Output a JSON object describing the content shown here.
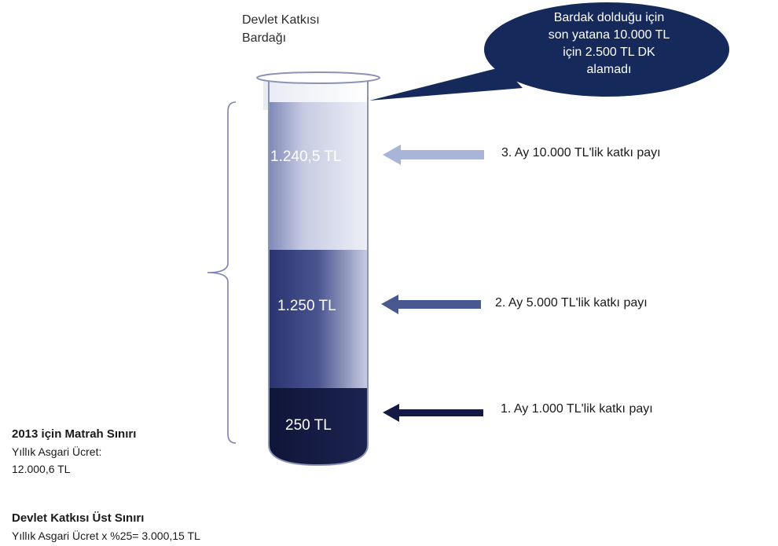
{
  "glass": {
    "title_line1": "Devlet Katkısı",
    "title_line2": "Bardağı"
  },
  "callout": {
    "line1": "Bardak dolduğu için",
    "line2": "son yatana 10.000 TL",
    "line3": "için 2.500 TL DK",
    "line4": "alamadı",
    "fill_color": "#15295a"
  },
  "segments": [
    {
      "label": "1.240,5 TL",
      "value": 1240.5,
      "color": "#b9bfd9"
    },
    {
      "label": "1.250 TL",
      "value": 1250,
      "color": "#3b4680"
    },
    {
      "label": "250 TL",
      "value": 250,
      "color": "#141a45"
    }
  ],
  "contributions": [
    {
      "label": "3. Ay 10.000 TL'lik katkı payı",
      "arrow_color": "#a8b4d8"
    },
    {
      "label": "2. Ay 5.000 TL'lik katkı payı",
      "arrow_color": "#47598e"
    },
    {
      "label": "1. Ay 1.000 TL'lik katkı payı",
      "arrow_color": "#141a45"
    }
  ],
  "matrah": {
    "title": "2013 için Matrah Sınırı",
    "line1": "Yıllık Asgari Ücret:",
    "line2": "12.000,6 TL"
  },
  "ust_sinir": {
    "title": "Devlet Katkısı Üst Sınırı",
    "line1": "Yıllık Asgari Ücret x %25= 3.000,15 TL"
  }
}
